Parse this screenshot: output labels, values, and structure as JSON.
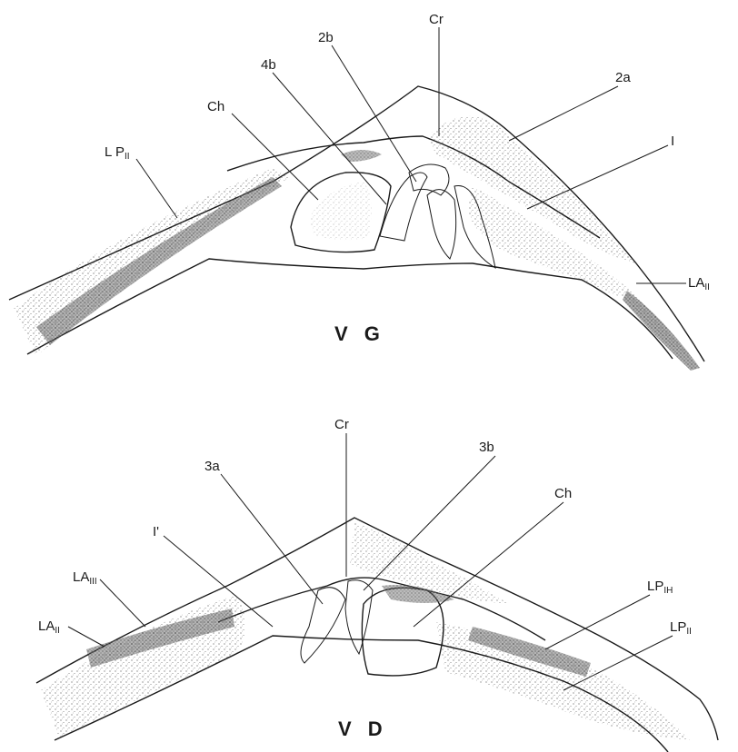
{
  "top_panel": {
    "title": "V G",
    "labels": {
      "cr": "Cr",
      "b2": "2b",
      "a2": "2a",
      "b4": "4b",
      "ch": "Ch",
      "l1": "I",
      "lp": "L P",
      "lp_sub": "II",
      "la": "LA",
      "la_sub": "II"
    }
  },
  "bottom_panel": {
    "title": "V D",
    "labels": {
      "cr": "Cr",
      "b3": "3b",
      "a3": "3a",
      "ch": "Ch",
      "l1p": "I'",
      "la3": "LA",
      "la3_sub": "III",
      "la2": "LA",
      "la2_sub": "II",
      "lp1": "LP",
      "lp1_sub": "IH",
      "lp2": "LP",
      "lp2_sub": "II"
    }
  }
}
